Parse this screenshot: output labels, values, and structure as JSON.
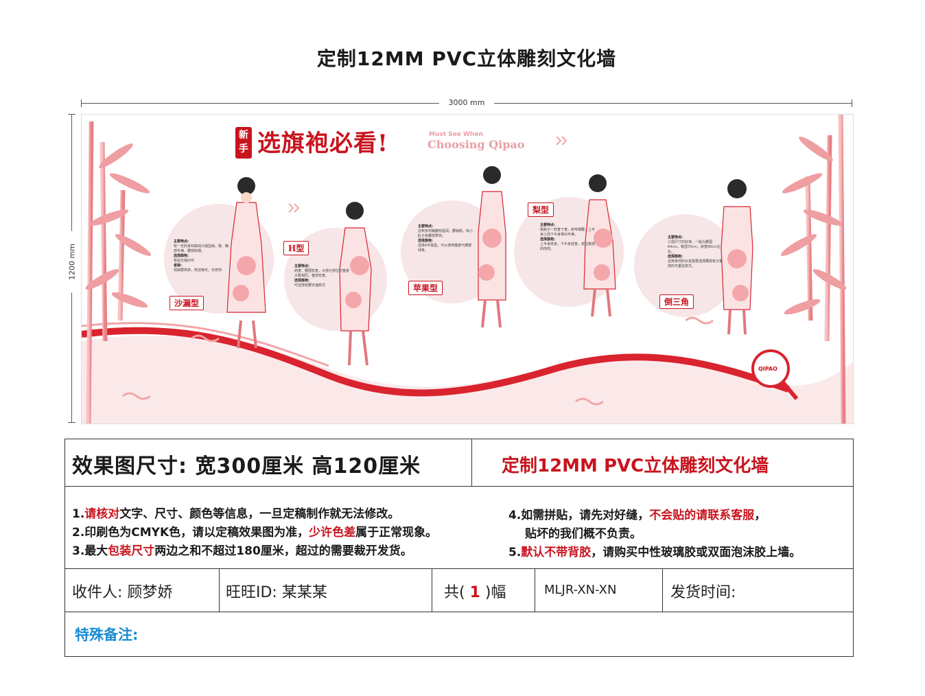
{
  "page_title": "定制12MM PVC立体雕刻文化墙",
  "dimensions": {
    "width_label": "3000 mm",
    "height_label": "1200 mm"
  },
  "artwork": {
    "badge": "新手",
    "heading": "选旗袍必看!",
    "en_line1": "Must See When",
    "en_line2": "Choosing Qipao",
    "body_types": [
      "沙漏型",
      "H型",
      "苹果型",
      "梨型",
      "倒三角"
    ],
    "logo": "QIPAO",
    "panels": [
      {
        "t1": "主要特点:",
        "d1": "有一定的身材曲线沙漏型曲，臀、胸部丰满、腰部较细。",
        "t2": "选择旗袍:",
        "d2": "有贴无袖均可",
        "t3": "省缺:",
        "d3": "领曲要简单，简洁等形。无修饰"
      },
      {
        "t1": "主要特点:",
        "d1": "肩宽、腰围较宽，大部分部位的宽度大致相同，整体较宽。",
        "t2": "选择旗袍:",
        "d2": "可选择收腰无袖款式"
      },
      {
        "t1": "主要特点:",
        "d1": "这种身材胸腹较圆润，腰稍粗，有小肚子和腰部赘肉。",
        "t2": "选择旗袍:",
        "d2": "选择A字版型，可以修饰腹部与腰部线条。"
      },
      {
        "t1": "主要特点:",
        "d1": "像梨子一样宽下宽，肩窄细腰，上半身小而下半身相对丰满。",
        "t2": "选择旗袍:",
        "d2": "上半身修身，下半身放宽，遮住臀部的肉肉。"
      },
      {
        "t1": "主要特点:",
        "d1": "三围尺寸的标准，一般为腰围64cm，臀围70cm，肩宽90cm左右。",
        "t2": "选择旗袍:",
        "d2": "这种身材的女孩需要选择腰部有分量感的可垂坠款式。"
      }
    ]
  },
  "info": {
    "size_text": "效果图尺寸: 宽300厘米  高120厘米",
    "product_name": "定制12MM PVC立体雕刻文化墙",
    "notes": {
      "n1_pre": "1.",
      "n1_red": "请核对",
      "n1_post": "文字、尺寸、颜色等信息，一旦定稿制作就无法修改。",
      "n2_pre": "2.印刷色为CMYK色，请以定稿效果图为准，",
      "n2_red": "少许色差",
      "n2_post": "属于正常现象。",
      "n3_pre": "3.最大",
      "n3_red": "包装尺寸",
      "n3_post": "两边之和不超过180厘米，超过的需要裁开发货。",
      "n4_pre": "4.如需拼贴，请先对好缝，",
      "n4_red": "不会贴的请联系客服",
      "n4_post": "，",
      "n4_line2": "贴坏的我们概不负责。",
      "n5_pre": "5.",
      "n5_red": "默认不带背胶",
      "n5_post": "，请购买中性玻璃胶或双面泡沫胶上墙。"
    },
    "recipient": "收件人: 顾梦娇",
    "wangwang": "旺旺ID: 某某某",
    "count_pre": "共(",
    "count": "1",
    "count_post": ")幅",
    "sku": "MLJR-XN-XN",
    "ship_time": "发货时间:",
    "remark": "特殊备注:"
  },
  "colors": {
    "accent_red": "#c8141e",
    "remark_blue": "#1a8bd0",
    "art_pink": "#f2a5a8"
  }
}
